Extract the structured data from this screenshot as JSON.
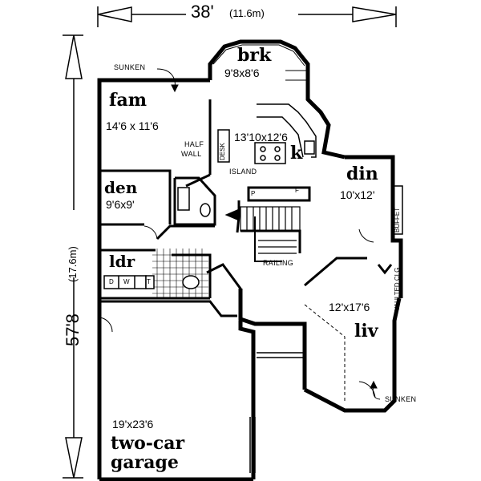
{
  "dimensions": {
    "width_main": "38'",
    "width_metric": "(11.6m)",
    "depth_main": "57'8",
    "depth_metric": "(17.6m)"
  },
  "rooms": {
    "brk": {
      "name": "brk",
      "size": "9'8x8'6"
    },
    "fam": {
      "name": "fam",
      "size": "14'6 x 11'6"
    },
    "kitchen": {
      "name": "k",
      "size": "13'10x12'6"
    },
    "din": {
      "name": "din",
      "size": "10'x12'"
    },
    "den": {
      "name": "den",
      "size": "9'6x9'"
    },
    "ldr": {
      "name": "ldr"
    },
    "liv": {
      "name": "liv",
      "size": "12'x17'6"
    },
    "garage": {
      "name": "two-car",
      "name2": "garage",
      "size": "19'x23'6"
    }
  },
  "notes": {
    "sunken_top": "SUNKEN",
    "sunken_bottom": "SUNKEN",
    "half_wall_1": "HALF",
    "half_wall_2": "WALL",
    "island": "ISLAND",
    "railing": "RAILING",
    "desk": "DESK",
    "buffet": "BUFFET",
    "vaulted": "VAULTED CLG",
    "pantry": "P",
    "fridge": "F",
    "washer": "D",
    "dryer": "W",
    "tub": "T"
  }
}
